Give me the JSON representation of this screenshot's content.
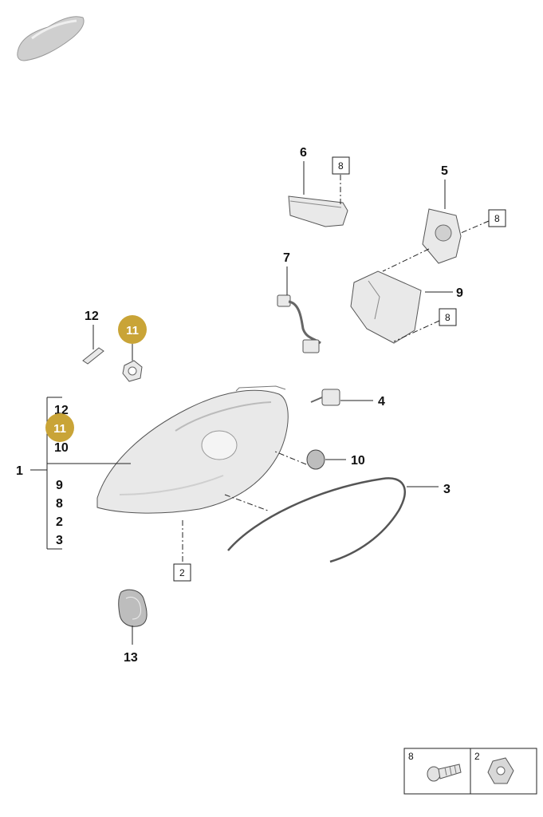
{
  "callouts": {
    "c1": "1",
    "c2": "2",
    "c3": "3",
    "c4": "4",
    "c5": "5",
    "c6": "6",
    "c7": "7",
    "c9": "9",
    "c10": "10",
    "c12": "12",
    "c13": "13"
  },
  "ref_boxes": {
    "r8a": "8",
    "r8b": "8",
    "r8c": "8",
    "r2": "2"
  },
  "badges": {
    "b11_top": "11",
    "b11_list": "11"
  },
  "assembly_list": [
    "12",
    "10",
    "9",
    "8",
    "2",
    "3"
  ],
  "legend": {
    "left_label": "8",
    "right_label": "2"
  },
  "colors": {
    "badge": "#c9a437",
    "part_fill": "#e9e9e9",
    "line": "#222222"
  }
}
